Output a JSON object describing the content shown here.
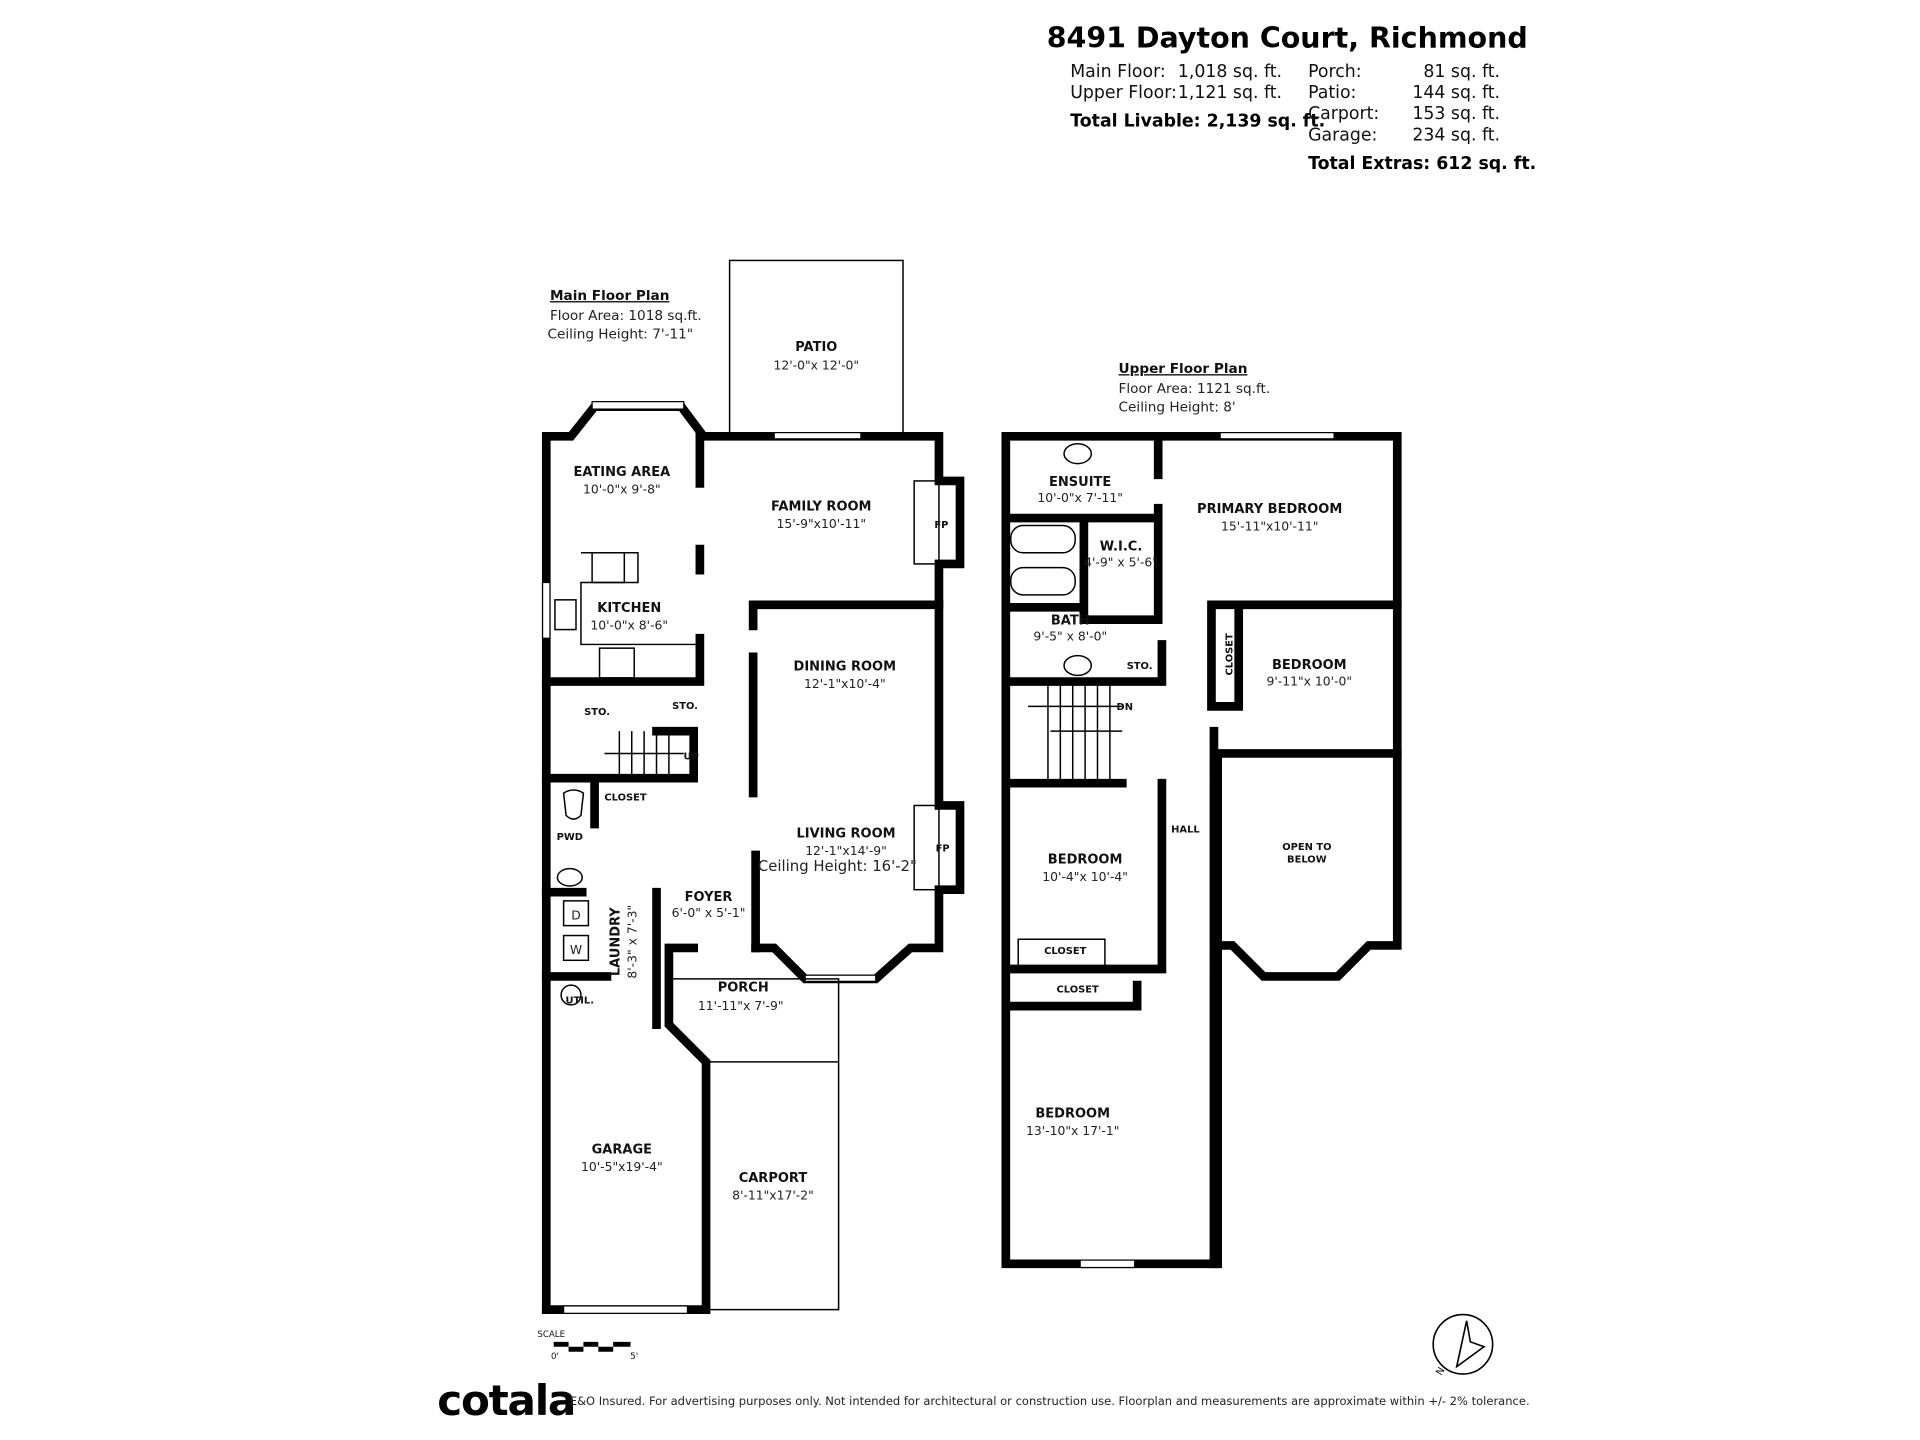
{
  "header": {
    "address": "8491 Dayton Court, Richmond",
    "main_floor_label": "Main Floor:",
    "main_floor_value": "1,018 sq. ft.",
    "upper_floor_label": "Upper Floor:",
    "upper_floor_value": "1,121 sq. ft.",
    "total_livable": "Total Livable: 2,139 sq. ft.",
    "porch_label": "Porch:",
    "porch_value": "81 sq. ft.",
    "patio_label": "Patio:",
    "patio_value": "144 sq. ft.",
    "carport_label": "Carport:",
    "carport_value": "153 sq. ft.",
    "garage_label": "Garage:",
    "garage_value": "234 sq. ft.",
    "total_extras": "Total Extras: 612 sq. ft."
  },
  "main_floor": {
    "title": "Main Floor Plan",
    "area": "Floor Area: 1018 sq.ft.",
    "ceiling": "Ceiling Height: 7'-11\"",
    "rooms": {
      "patio": {
        "name": "PATIO",
        "size": "12'-0\"x 12'-0\""
      },
      "eating": {
        "name": "EATING AREA",
        "size": "10'-0\"x 9'-8\""
      },
      "family": {
        "name": "FAMILY ROOM",
        "size": "15'-9\"x10'-11\""
      },
      "kitchen": {
        "name": "KITCHEN",
        "size": "10'-0\"x 8'-6\""
      },
      "dining": {
        "name": "DINING ROOM",
        "size": "12'-1\"x10'-4\""
      },
      "sto1": {
        "name": "STO."
      },
      "sto2": {
        "name": "STO."
      },
      "up": {
        "name": "UP"
      },
      "closet": {
        "name": "CLOSET"
      },
      "pwd": {
        "name": "PWD"
      },
      "living": {
        "name": "LIVING ROOM",
        "size": "12'-1\"x14'-9\"",
        "ceiling": "Ceiling Height: 16'-2\""
      },
      "foyer": {
        "name": "FOYER",
        "size": "6'-0\" x 5'-1\""
      },
      "laundry": {
        "name": "LAUNDRY",
        "size": "8'-3\" x 7'-3\""
      },
      "dryer": {
        "name": "D"
      },
      "washer": {
        "name": "W"
      },
      "util": {
        "name": "UTIL."
      },
      "porch": {
        "name": "PORCH",
        "size": "11'-11\"x 7'-9\""
      },
      "garage": {
        "name": "GARAGE",
        "size": "10'-5\"x19'-4\""
      },
      "carport": {
        "name": "CARPORT",
        "size": "8'-11\"x17'-2\""
      },
      "fp1": {
        "name": "FP"
      },
      "fp2": {
        "name": "FP"
      }
    }
  },
  "upper_floor": {
    "title": "Upper Floor Plan",
    "area": "Floor Area: 1121 sq.ft.",
    "ceiling": "Ceiling Height: 8'",
    "rooms": {
      "ensuite": {
        "name": "ENSUITE",
        "size": "10'-0\"x 7'-11\""
      },
      "primary": {
        "name": "PRIMARY BEDROOM",
        "size": "15'-11\"x10'-11\""
      },
      "wic": {
        "name": "W.I.C.",
        "size": "4'-9\" x 5'-6\""
      },
      "bath": {
        "name": "BATH",
        "size": "9'-5\" x 8'-0\""
      },
      "sto": {
        "name": "STO."
      },
      "dn": {
        "name": "DN"
      },
      "closet_v": {
        "name": "CLOSET"
      },
      "bedroom2": {
        "name": "BEDROOM",
        "size": "9'-11\"x 10'-0\""
      },
      "hall": {
        "name": "HALL"
      },
      "open": {
        "name_1": "OPEN TO",
        "name_2": "BELOW"
      },
      "bedroom3": {
        "name": "BEDROOM",
        "size": "10'-4\"x 10'-4\""
      },
      "closet_a": {
        "name": "CLOSET"
      },
      "closet_b": {
        "name": "CLOSET"
      },
      "bedroom4": {
        "name": "BEDROOM",
        "size": "13'-10\"x 17'-1\""
      }
    }
  },
  "scale": {
    "label": "SCALE",
    "start": "0'",
    "end": "5'"
  },
  "compass": {
    "north": "N"
  },
  "footer": {
    "logo": "cotala",
    "disclaimer": "E&O Insured. For advertising purposes only. Not intended for architectural or construction use. Floorplan and measurements are approximate within +/- 2% tolerance."
  }
}
